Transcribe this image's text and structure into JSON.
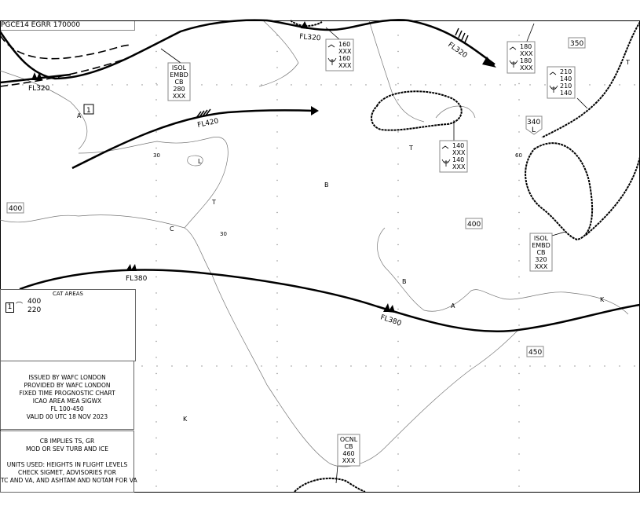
{
  "header": {
    "chart_id": "PGCE14 EGRR 170000"
  },
  "jet_streams": [
    {
      "label": "FL320",
      "position": "top-left"
    },
    {
      "label": "FL320",
      "position": "top-center"
    },
    {
      "label": "FL320",
      "position": "top-right"
    },
    {
      "label": "FL420"
    },
    {
      "label": "FL380",
      "position": "left"
    },
    {
      "label": "FL380",
      "position": "center"
    }
  ],
  "cloud_boxes": [
    {
      "lines": [
        "ISOL",
        "EMBD",
        "CB",
        "280",
        "XXX"
      ]
    },
    {
      "lines": [
        "ISOL",
        "EMBD",
        "CB",
        "320",
        "XXX"
      ]
    },
    {
      "lines": [
        "OCNL",
        "CB",
        "460",
        "XXX"
      ]
    }
  ],
  "turb_icing_boxes": [
    {
      "lines": [
        "160",
        "XXX",
        "160",
        "XXX"
      ]
    },
    {
      "lines": [
        "180",
        "XXX",
        "180",
        "XXX"
      ]
    },
    {
      "lines": [
        "210",
        "140",
        "210",
        "140"
      ]
    },
    {
      "lines": [
        "140",
        "XXX",
        "140",
        "XXX"
      ]
    }
  ],
  "tropopause": {
    "values": [
      "350",
      "400",
      "400",
      "450"
    ],
    "low": {
      "value": "340",
      "letter": "L"
    }
  },
  "cat_ref": "1",
  "pressure_letters": [
    "T",
    "T",
    "T",
    "B",
    "B",
    "C",
    "A",
    "A",
    "K",
    "K",
    "L"
  ],
  "latitude_labels": [
    "30",
    "30",
    "60"
  ],
  "legend": {
    "cat_title": "CAT AREAS",
    "cat_id": "1",
    "cat_top": "400",
    "cat_base": "220",
    "issued": [
      "ISSUED BY WAFC LONDON",
      "PROVIDED BY WAFC LONDON",
      "FIXED TIME PROGNOSTIC CHART",
      "ICAO AREA MEA SIGWX",
      "FL 100-450",
      "VALID 00 UTC 18 NOV 2023"
    ],
    "notes": [
      "CB IMPLIES TS, GR",
      "MOD OR SEV TURB AND ICE",
      "",
      "UNITS USED: HEIGHTS IN FLIGHT LEVELS",
      "CHECK SIGMET, ADVISORIES FOR",
      "TC AND VA, AND ASHTAM AND NOTAM FOR VA"
    ]
  }
}
